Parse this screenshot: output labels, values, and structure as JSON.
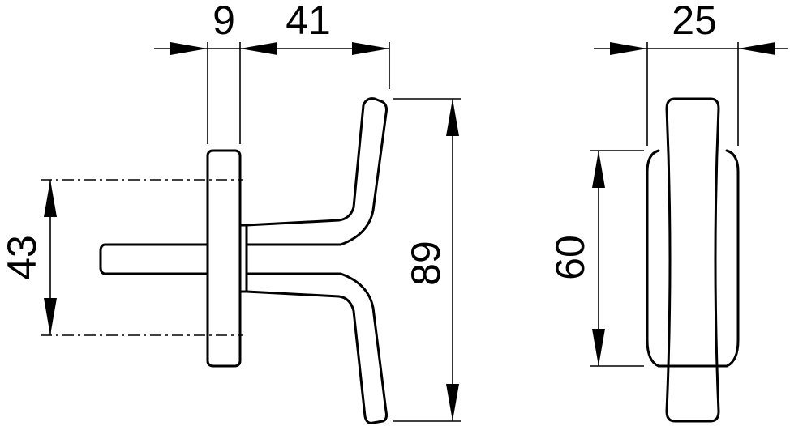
{
  "drawing": {
    "dimensions": {
      "rose_thickness": "9",
      "handle_projection": "41",
      "handle_length": "89",
      "spindle_spacing": "43",
      "end_view_width": "25",
      "end_view_height": "60"
    }
  }
}
